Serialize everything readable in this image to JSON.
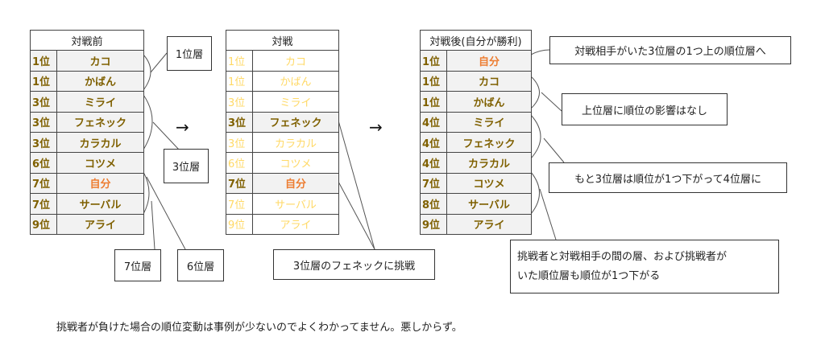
{
  "before": {
    "title": "対戦前",
    "rows": [
      [
        "1位",
        "カコ"
      ],
      [
        "1位",
        "かばん"
      ],
      [
        "3位",
        "ミライ"
      ],
      [
        "3位",
        "フェネック"
      ],
      [
        "3位",
        "カラカル"
      ],
      [
        "6位",
        "コツメ"
      ],
      [
        "7位",
        "自分"
      ],
      [
        "7位",
        "サーバル"
      ],
      [
        "9位",
        "アライ"
      ]
    ]
  },
  "battle": {
    "title": "対戦",
    "rows": [
      [
        "1位",
        "カコ"
      ],
      [
        "1位",
        "かばん"
      ],
      [
        "3位",
        "ミライ"
      ],
      [
        "3位",
        "フェネック"
      ],
      [
        "3位",
        "カラカル"
      ],
      [
        "6位",
        "コツメ"
      ],
      [
        "7位",
        "自分"
      ],
      [
        "7位",
        "サーバル"
      ],
      [
        "9位",
        "アライ"
      ]
    ]
  },
  "after": {
    "title": "対戦後(自分が勝利)",
    "rows": [
      [
        "1位",
        "自分"
      ],
      [
        "1位",
        "カコ"
      ],
      [
        "1位",
        "かばん"
      ],
      [
        "4位",
        "ミライ"
      ],
      [
        "4位",
        "フェネック"
      ],
      [
        "4位",
        "カラカル"
      ],
      [
        "7位",
        "コツメ"
      ],
      [
        "8位",
        "サーバル"
      ],
      [
        "9位",
        "アライ"
      ]
    ]
  },
  "labels": {
    "l1": "1位層",
    "l3": "3位層",
    "l7": "7位層",
    "l6": "6位層",
    "challenge": "3位層のフェネックに挑戦",
    "r1": "対戦相手がいた3位層の1つ上の順位層へ",
    "r2": "上位層に順位の影響はなし",
    "r3": "もと3位層は順位が1つ下がって4位層に",
    "r4a": "挑戦者と対戦相手の間の層、および挑戦者が",
    "r4b": "いた順位層も順位が1つ下がる"
  },
  "arrow": "→",
  "footer": "挑戦者が負けた場合の順位変動は事例が少ないのでよくわかってません。悪しからず。",
  "colors": {
    "rank": "#7f6000",
    "self": "#ed7d31",
    "faded": "#ffd966"
  }
}
